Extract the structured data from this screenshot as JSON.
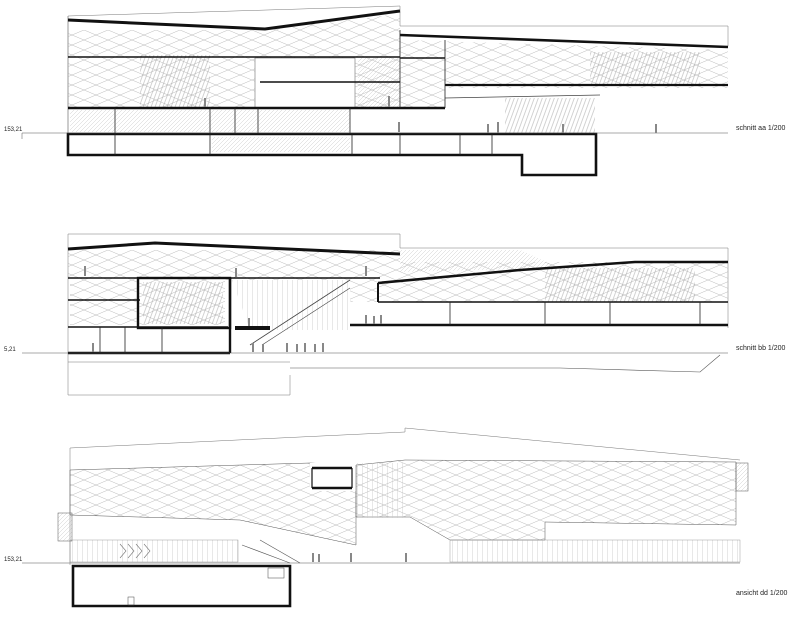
{
  "sheet": {
    "background": "#ffffff",
    "line_color": "#111111",
    "hatch_color": "#9a9a9a",
    "figure_color": "#8a8a8a"
  },
  "drawings": [
    {
      "title": "schnitt aa 1/200",
      "level": "153,21"
    },
    {
      "title": "schnitt bb 1/200",
      "level": "5,21"
    },
    {
      "title": "ansicht dd 1/200",
      "level": "153,21"
    }
  ]
}
